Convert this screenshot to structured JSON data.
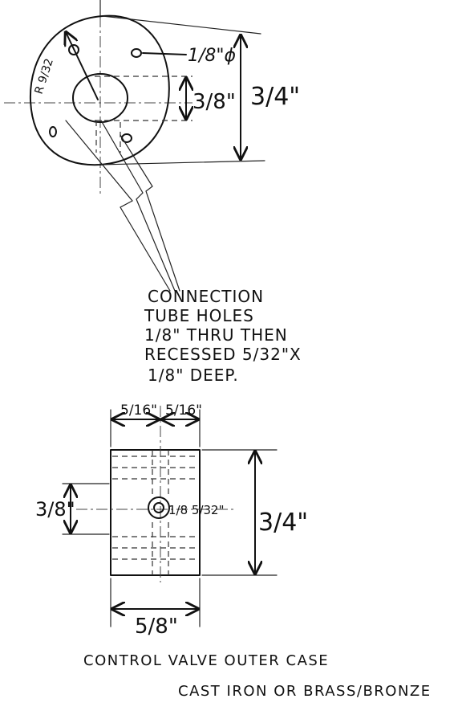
{
  "top_view": {
    "hole_dia": "1/8\"ϕ",
    "counterbore_dim": "3/8\"",
    "outer_dim": "3/4\"",
    "radius_label": "R 9/32"
  },
  "note": {
    "line1": "CONNECTION",
    "line2": "TUBE HOLES",
    "line3": "1/8\" THRU THEN",
    "line4": "RECESSED 5/32\"X",
    "line5": "1/8\" DEEP."
  },
  "side_view": {
    "top_left_dim": "5/16\"",
    "top_right_dim": "5/16\"",
    "left_dim": "3/8\"",
    "center_hole_dim": "1/8 5/32\"",
    "height_dim": "3/4\"",
    "bottom_dim": "5/8\""
  },
  "title": {
    "line1": "CONTROL VALVE OUTER CASE",
    "line2": "CAST IRON OR BRASS/BRONZE"
  }
}
